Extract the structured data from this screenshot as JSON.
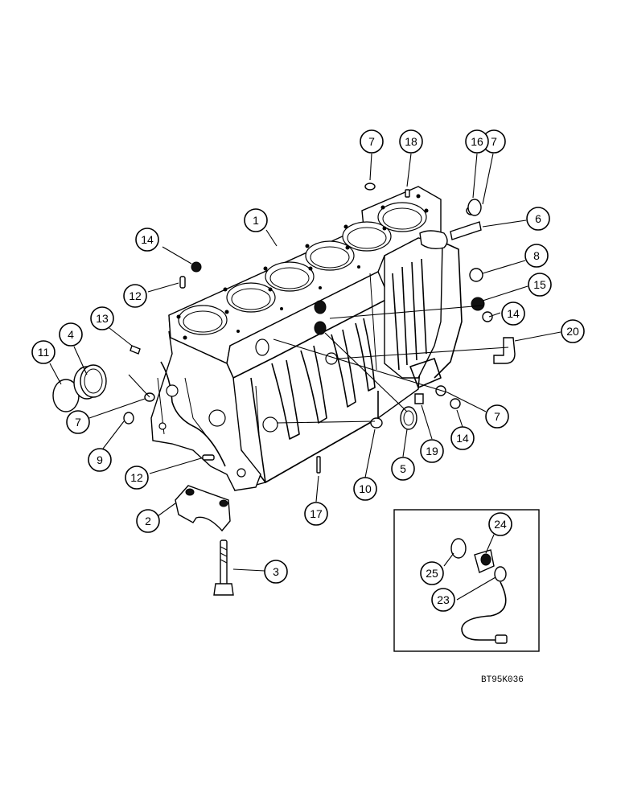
{
  "diagram": {
    "reference_code": "BT95K036",
    "callouts": [
      {
        "label": "1"
      },
      {
        "label": "2"
      },
      {
        "label": "3"
      },
      {
        "label": "4"
      },
      {
        "label": "5"
      },
      {
        "label": "6"
      },
      {
        "label": "7"
      },
      {
        "label": "7"
      },
      {
        "label": "7"
      },
      {
        "label": "7"
      },
      {
        "label": "8"
      },
      {
        "label": "9"
      },
      {
        "label": "10"
      },
      {
        "label": "11"
      },
      {
        "label": "12"
      },
      {
        "label": "12"
      },
      {
        "label": "13"
      },
      {
        "label": "14"
      },
      {
        "label": "14"
      },
      {
        "label": "14"
      },
      {
        "label": "15"
      },
      {
        "label": "16"
      },
      {
        "label": "17"
      },
      {
        "label": "18"
      },
      {
        "label": "19"
      },
      {
        "label": "20"
      },
      {
        "label": "23"
      },
      {
        "label": "24"
      },
      {
        "label": "25"
      }
    ]
  }
}
